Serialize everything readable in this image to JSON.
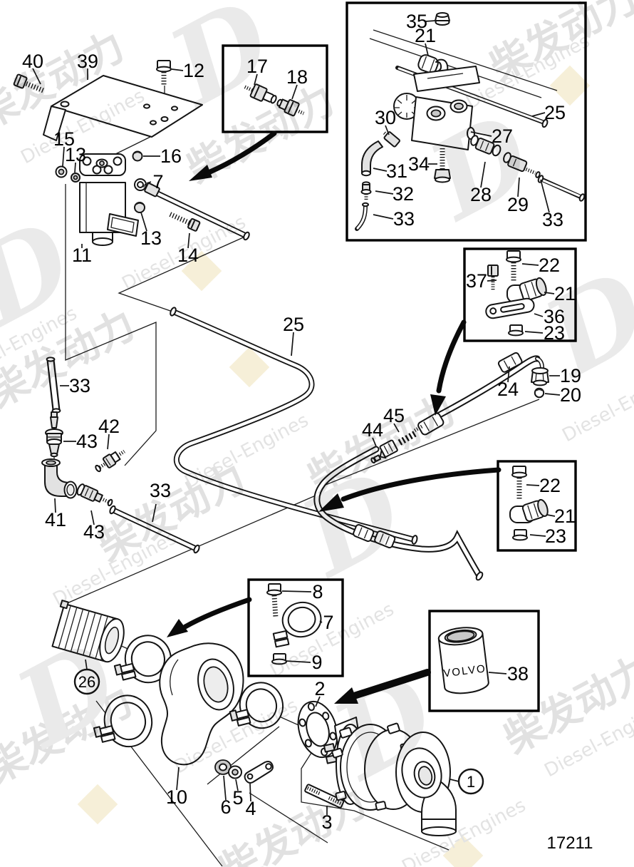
{
  "figure": {
    "drawing_number": "17211"
  },
  "inset_part": {
    "brand_label": "VOLVO"
  },
  "watermark": {
    "cjk": "柴发动力",
    "latin": "Diesel-Engines",
    "logo_letter": "D"
  },
  "callouts": [
    "40",
    "39",
    "12",
    "17",
    "18",
    "15",
    "13",
    "16",
    "7",
    "13",
    "11",
    "14",
    "35",
    "21",
    "25",
    "30",
    "27",
    "34",
    "31",
    "32",
    "28",
    "29",
    "33",
    "33",
    "22",
    "37",
    "21",
    "36",
    "23",
    "25",
    "19",
    "24",
    "20",
    "33",
    "42",
    "43",
    "41",
    "43",
    "33",
    "44",
    "45",
    "22",
    "21",
    "23",
    "8",
    "7",
    "9",
    "26",
    "38",
    "2",
    "1",
    "10",
    "6",
    "5",
    "4",
    "3"
  ]
}
